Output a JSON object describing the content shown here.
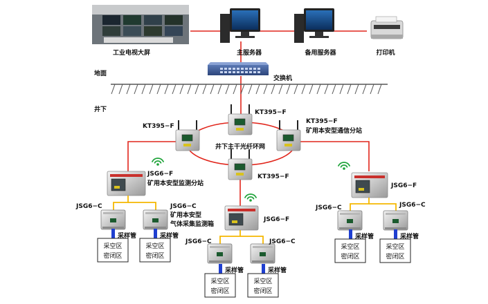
{
  "top": {
    "tv_wall": "工业电视大屏",
    "main_server": "主服务器",
    "backup_server": "备用服务器",
    "printer": "打印机",
    "switch": "交换机"
  },
  "levels": {
    "ground": "地面",
    "underground": "井下"
  },
  "ring": {
    "label": "井下主干光纤环网",
    "node_top": "KT395−F",
    "node_left": "KT395−F",
    "node_right": "KT395−F",
    "node_right_desc": "矿用本安型通信分站",
    "node_bottom": "KT395−F"
  },
  "left_station": {
    "model": "JSG6−F",
    "desc": "矿用本安型监测分站"
  },
  "middle_station": {
    "model": "JSG6−F"
  },
  "right_station": {
    "model": "JSG6−F"
  },
  "collector": {
    "model": "JSG6−C",
    "desc1": "矿用本安型",
    "desc2": "气体采集监测箱"
  },
  "pipe": "采样管",
  "zone": {
    "line1": "采空区",
    "line2": "密闭区"
  }
}
